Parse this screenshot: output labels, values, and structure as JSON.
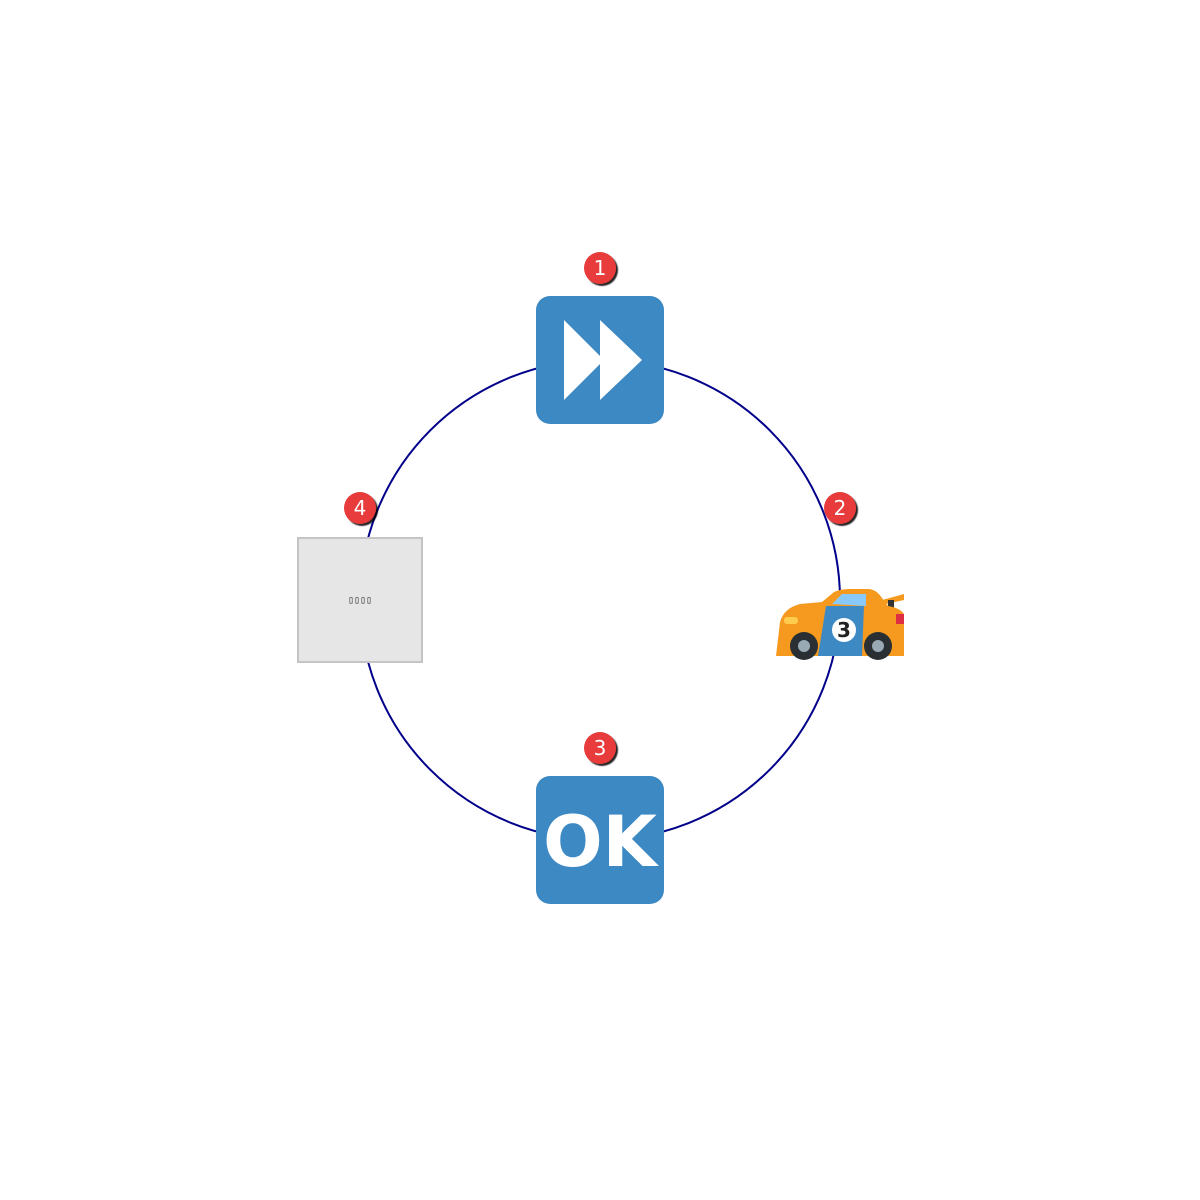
{
  "diagram": {
    "type": "cycle",
    "ring_color": "#00008b",
    "badge_color": "#e83a3a",
    "tile_color": "#3d89c4",
    "nodes": [
      {
        "id": "node-1",
        "badge": "1",
        "icon": "fast-forward-icon",
        "label": ""
      },
      {
        "id": "node-2",
        "badge": "2",
        "icon": "racing-car-icon",
        "label": "",
        "car_number": "3"
      },
      {
        "id": "node-3",
        "badge": "3",
        "icon": "ok-button-icon",
        "label": "",
        "text": "OK"
      },
      {
        "id": "node-4",
        "badge": "4",
        "icon": "missing-glyph-icon",
        "label": "",
        "text": "▯▯▯▯"
      }
    ]
  }
}
